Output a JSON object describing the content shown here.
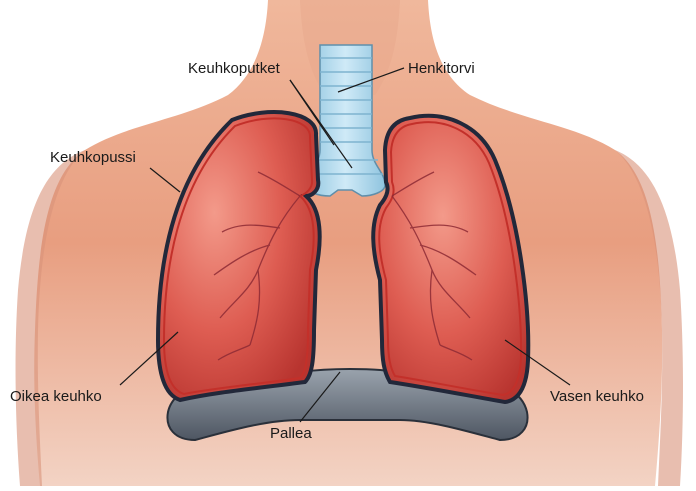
{
  "diagram": {
    "labels": {
      "trachea": "Henkitorvi",
      "bronchi": "Keuhkoputket",
      "pleura": "Keuhkopussi",
      "right_lung": "Oikea keuhko",
      "left_lung": "Vasen keuhko",
      "diaphragm": "Pallea"
    },
    "colors": {
      "skin": "#ecae90",
      "skin_shadow": "#d7866b",
      "lung": "#d9534a",
      "lung_highlight": "#f39a8a",
      "lung_outline": "#22283a",
      "trachea": "#a9d8ee",
      "diaphragm": "#7d8591"
    }
  }
}
